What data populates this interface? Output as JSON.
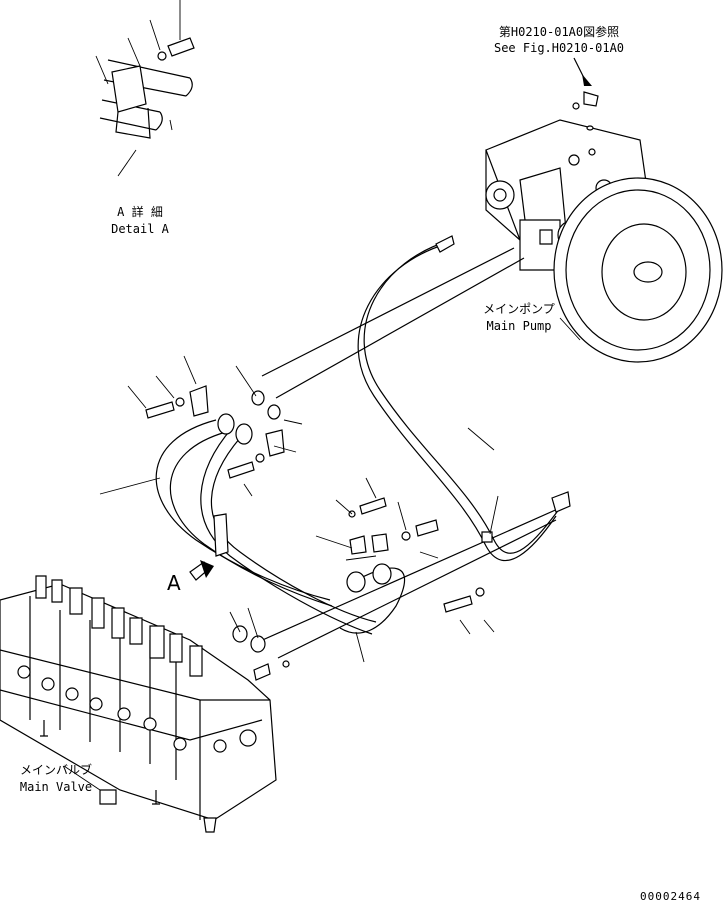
{
  "labels": {
    "see_fig_jp": "第H0210-01A0図参照",
    "see_fig_en": "See Fig.H0210-01A0",
    "detail_jp": "A 詳 細",
    "detail_en": "Detail A",
    "main_pump_jp": "メインポンプ",
    "main_pump_en": "Main Pump",
    "main_valve_jp": "メインバルブ",
    "main_valve_en": "Main Valve",
    "arrow_letter": "A",
    "drawing_number": "00002464"
  }
}
